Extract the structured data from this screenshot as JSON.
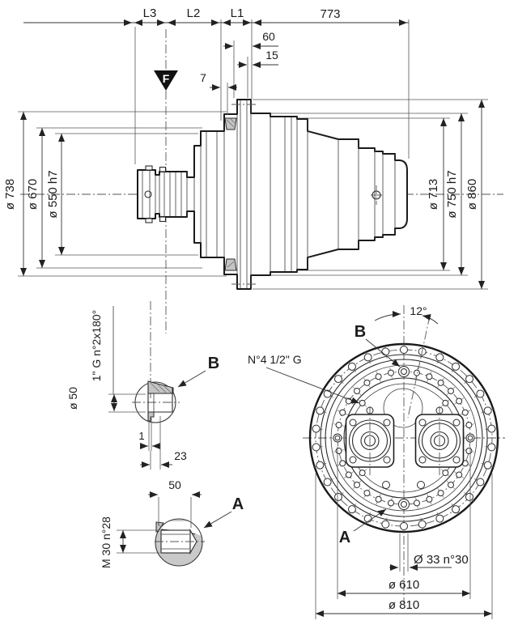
{
  "main": {
    "l3": "L3",
    "l2": "L2",
    "l1": "L1",
    "len_773": "773",
    "len_60": "60",
    "len_15": "15",
    "len_7": "7",
    "f_flag": "F",
    "dia_738": "ø 738",
    "dia_670": "ø 670",
    "dia_550": "ø 550 h7",
    "dia_713": "ø 713",
    "dia_750": "ø 750 h7",
    "dia_860": "ø 860"
  },
  "detail_b": {
    "label": "B",
    "spec": "1\" G  n°2x180°",
    "dia_50": "ø 50",
    "dim_1": "1",
    "dim_23": "23"
  },
  "detail_a": {
    "label": "A",
    "spec": "M 30 n°28",
    "dim_50": "50"
  },
  "front": {
    "angle_12": "12°",
    "label_b": "B",
    "label_a": "A",
    "spec_ports": "N°4 1/2\" G",
    "holes_outer": "Ø 33 n°30",
    "dia_610": "ø 610",
    "dia_810": "ø 810"
  }
}
